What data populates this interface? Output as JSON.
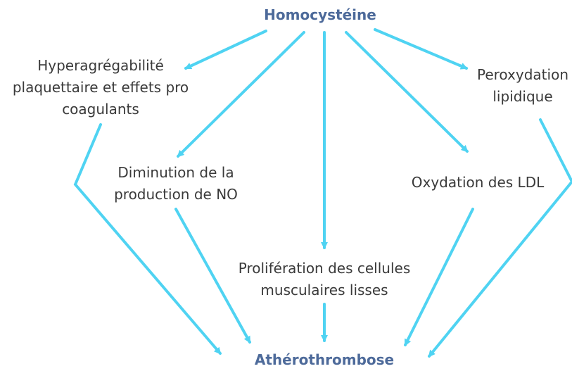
{
  "nodes": {
    "homocysteine": "Homocystéine",
    "hyperagregabilite": {
      "line1": "Hyperagrégabilité",
      "line2": "plaquettaire et effets pro",
      "line3": "coagulants"
    },
    "peroxydation": {
      "line1": "Peroxydation",
      "line2": "lipidique"
    },
    "diminution_no": {
      "line1": "Diminution de la",
      "line2": "production de NO"
    },
    "oxydation_ldl": "Oxydation des LDL",
    "proliferation": {
      "line1": "Prolifération des cellules",
      "line2": "musculaires lisses"
    },
    "atherothrombose": "Athérothrombose"
  },
  "colors": {
    "arrow": "#4fd3f2",
    "key_text": "#4d6a9a",
    "text": "#3a3a3a"
  }
}
